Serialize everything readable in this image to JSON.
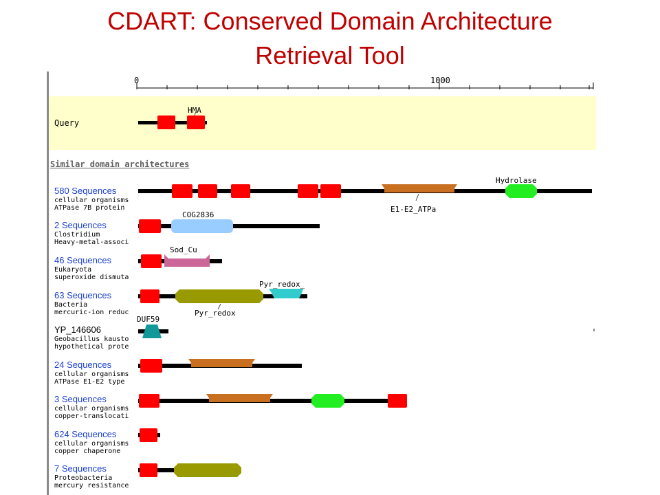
{
  "slide_title_line1": "CDART: Conserved Domain Architecture",
  "slide_title_line2": "Retrieval Tool",
  "ruler": {
    "label_start": "0",
    "label_mid": "1000"
  },
  "query": {
    "label": "Query",
    "domain_label": "HMA"
  },
  "section_title": "Similar domain architectures",
  "rows": [
    {
      "link": "580 Sequences",
      "line1": "cellular organisms",
      "line2": "ATPase 7B protein"
    },
    {
      "link": "2 Sequences",
      "line1": "Clostridium",
      "line2": "Heavy-metal-associ"
    },
    {
      "link": "46 Sequences",
      "line1": "Eukaryota",
      "line2": "superoxide dismuta"
    },
    {
      "link": "63 Sequences",
      "line1": "Bacteria",
      "line2": "mercuric-ion reduc"
    },
    {
      "id": "YP_146606",
      "line1": "Geobacillus kausto",
      "line2": "hypothetical prote"
    },
    {
      "link": "24 Sequences",
      "line1": "cellular organisms",
      "line2": "ATPase E1-E2 type"
    },
    {
      "link": "3 Sequences",
      "line1": "cellular organisms",
      "line2": "copper-translocati"
    },
    {
      "link": "624 Sequences",
      "line1": "cellular organisms",
      "line2": "copper chaperone"
    },
    {
      "link": "7 Sequences",
      "line1": "Proteobacteria",
      "line2": "mercury resistance"
    }
  ],
  "domain_labels": {
    "hydrolase": "Hydrolase",
    "e1e2": "E1-E2_ATPa",
    "cog2836": "COG2836",
    "sod_cu": "Sod_Cu",
    "pyr_redox_right": "Pyr_redox_",
    "pyr_redox": "Pyr_redox",
    "duf59": "DUF59"
  },
  "colors": {
    "title": "#c00000",
    "hma": "#ff0000",
    "hydrolase": "#22ee22",
    "atpase": "#c87020",
    "cog": "#99ccff",
    "sod": "#cc6699",
    "pyr": "#999900",
    "pyr_right": "#33cccc",
    "duf": "#119999",
    "link": "#1a3fd0",
    "query_band": "#ffffcc"
  }
}
